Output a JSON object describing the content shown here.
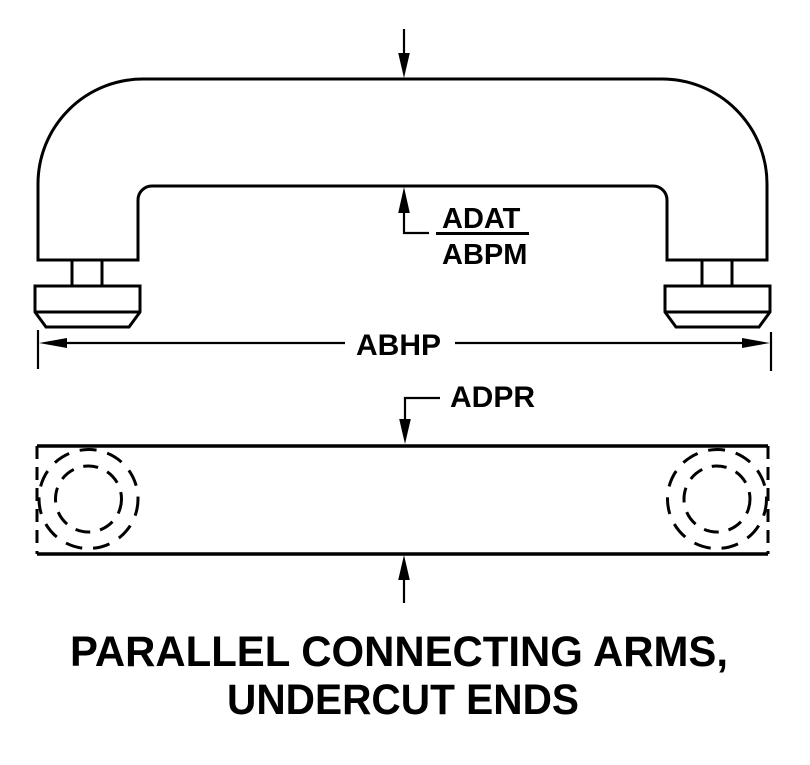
{
  "figure": {
    "title_line1": "PARALLEL CONNECTING ARMS,",
    "title_line2": "UNDERCUT ENDS",
    "dimension_labels": {
      "adat": "ADAT",
      "abpm": "ABPM",
      "abhp": "ABHP",
      "adpr": "ADPR"
    },
    "colors": {
      "line": "#000000",
      "background": "#ffffff"
    }
  }
}
